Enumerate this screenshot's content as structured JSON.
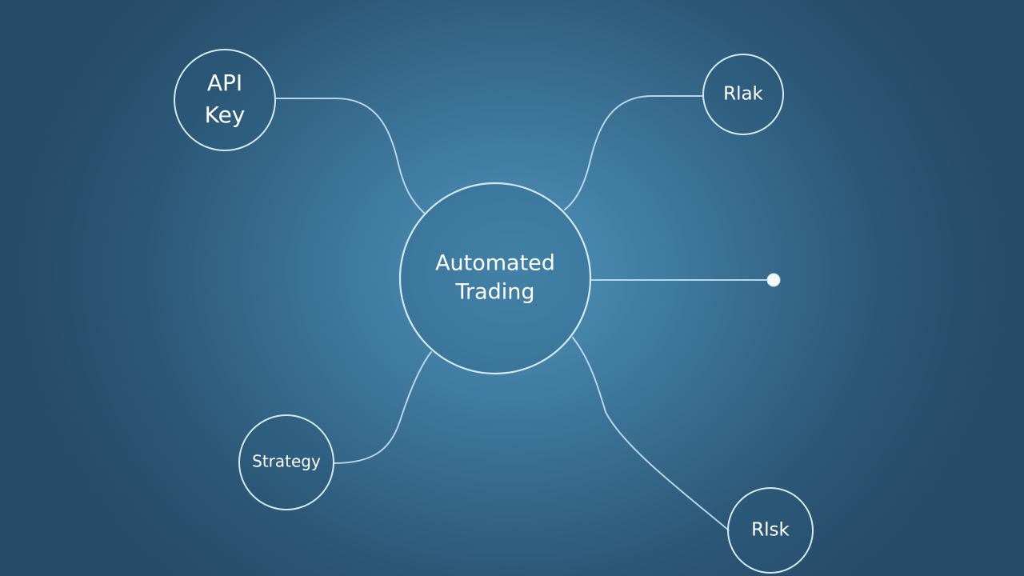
{
  "diagram": {
    "center": {
      "id": "center",
      "lines": [
        "Automated",
        "Trading"
      ]
    },
    "nodes": [
      {
        "id": "api-key",
        "lines": [
          "API",
          "Key"
        ]
      },
      {
        "id": "risk-top",
        "lines": [
          "Rlak"
        ]
      },
      {
        "id": "strategy",
        "lines": [
          "Strategy"
        ]
      },
      {
        "id": "risk-bottom",
        "lines": [
          "Rlsk"
        ]
      }
    ],
    "edges": [
      {
        "from": "center",
        "to": "api-key"
      },
      {
        "from": "center",
        "to": "risk-top"
      },
      {
        "from": "center",
        "to": "strategy"
      },
      {
        "from": "center",
        "to": "risk-bottom"
      },
      {
        "from": "center",
        "to": "endpoint-dot"
      }
    ]
  },
  "colors": {
    "background_center": "#4f93bb",
    "background_edge": "#264b67",
    "stroke": "#d6e9f4",
    "text": "#ffffff"
  }
}
